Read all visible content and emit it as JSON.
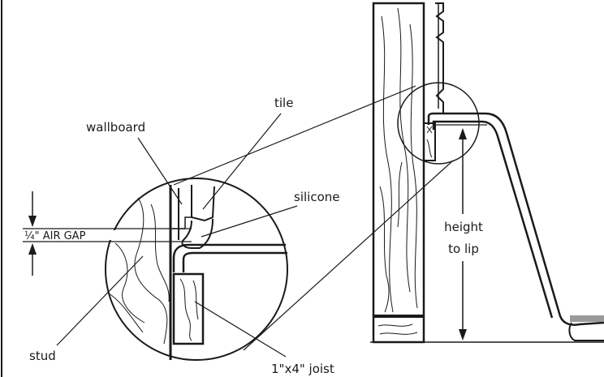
{
  "colors": {
    "ink": "#1a1a1a",
    "paper": "#ffffff",
    "tub": "#9a9a9a"
  },
  "labels": {
    "tile": "tile",
    "wallboard": "wallboard",
    "silicone": "silicone",
    "air_gap": "¼\" AIR GAP",
    "height": "height",
    "to_lip": "to lip",
    "stud": "stud",
    "joist": "1\"x4\" joist"
  }
}
